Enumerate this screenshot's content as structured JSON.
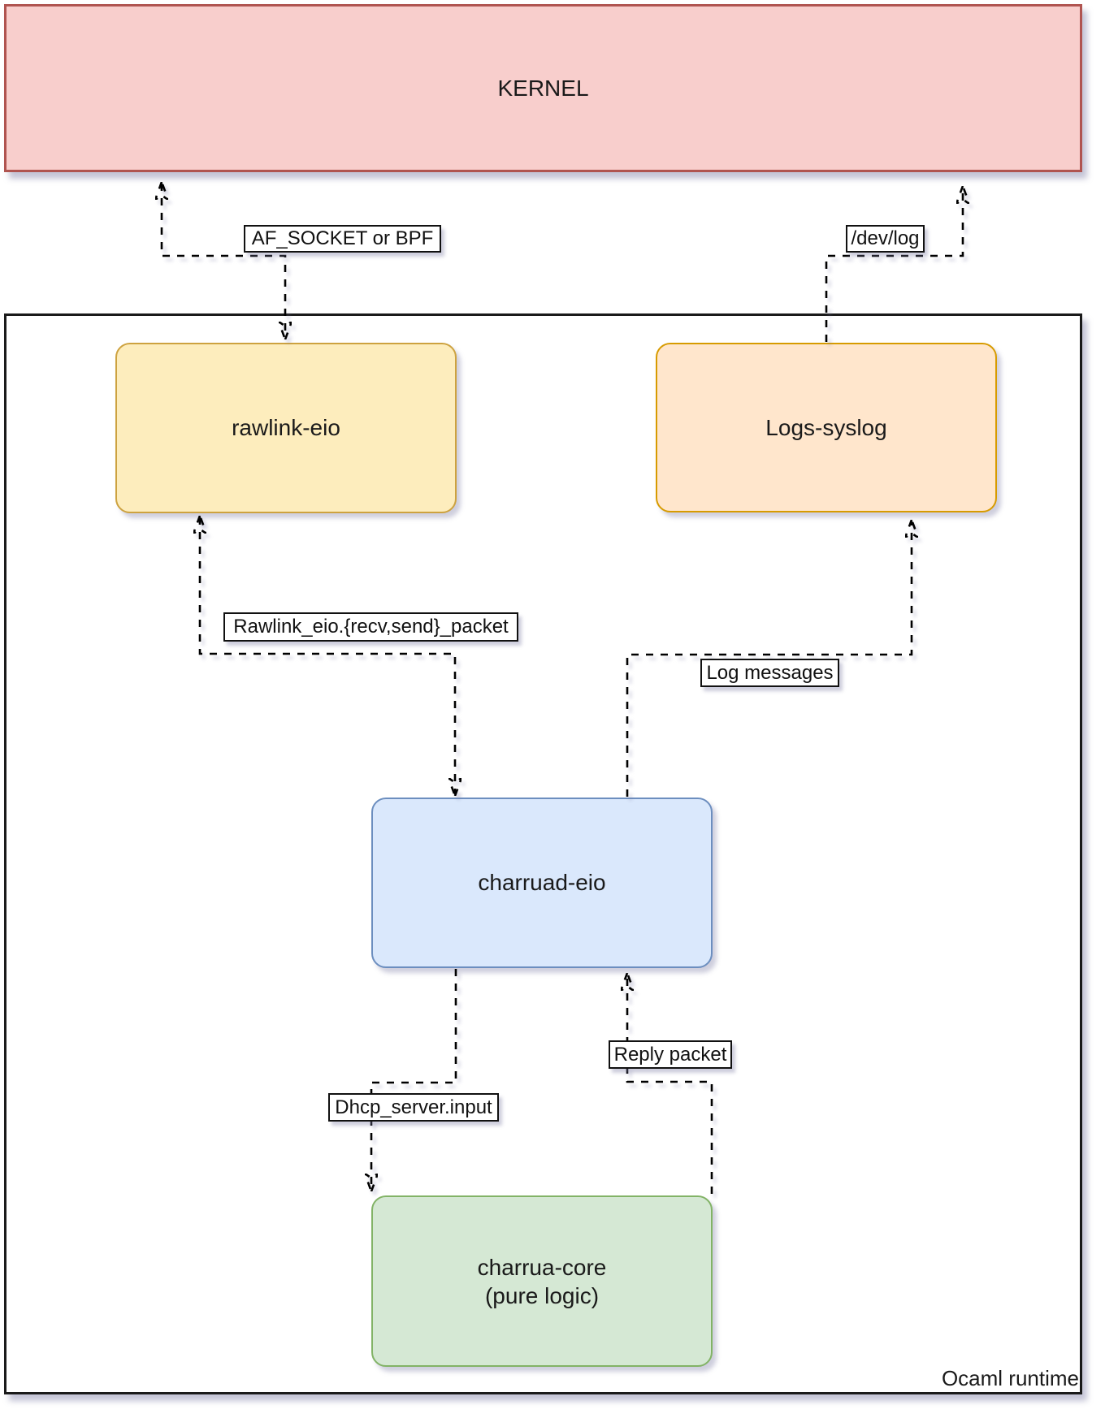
{
  "kernel": {
    "label": "KERNEL",
    "fill": "#f8cecc",
    "stroke": "#b05450"
  },
  "runtime_container": {
    "label": "Ocaml runtime",
    "stroke": "#1a1a1a"
  },
  "nodes": {
    "rawlink": {
      "label": "rawlink-eio",
      "fill": "#fdedbd",
      "stroke": "#cda23f"
    },
    "logs_syslog": {
      "label": "Logs-syslog",
      "fill": "#ffe6cc",
      "stroke": "#d79b00"
    },
    "charruad": {
      "label": "charruad-eio",
      "fill": "#dae8fc",
      "stroke": "#6c8ebf"
    },
    "charrua_core": {
      "label_line1": "charrua-core",
      "label_line2": "(pure logic)",
      "fill": "#d5e8d4",
      "stroke": "#82b366"
    }
  },
  "edges": {
    "af_socket": {
      "label": "AF_SOCKET or BPF",
      "from": "rawlink-eio",
      "to": "KERNEL",
      "style": "dashed",
      "bidirectional": true
    },
    "dev_log": {
      "label": "/dev/log",
      "from": "Logs-syslog",
      "to": "KERNEL",
      "style": "dashed",
      "bidirectional": false
    },
    "rawlink_api": {
      "label": "Rawlink_eio.{recv,send}_packet",
      "from": "charruad-eio",
      "to": "rawlink-eio",
      "style": "dashed",
      "bidirectional": true
    },
    "log_messages": {
      "label": "Log messages",
      "from": "charruad-eio",
      "to": "Logs-syslog",
      "style": "dashed",
      "bidirectional": false
    },
    "dhcp_input": {
      "label": "Dhcp_server.input",
      "from": "charruad-eio",
      "to": "charrua-core",
      "style": "dashed",
      "bidirectional": false
    },
    "reply_packet": {
      "label": "Reply packet",
      "from": "charrua-core",
      "to": "charruad-eio",
      "style": "dashed",
      "bidirectional": false
    }
  }
}
